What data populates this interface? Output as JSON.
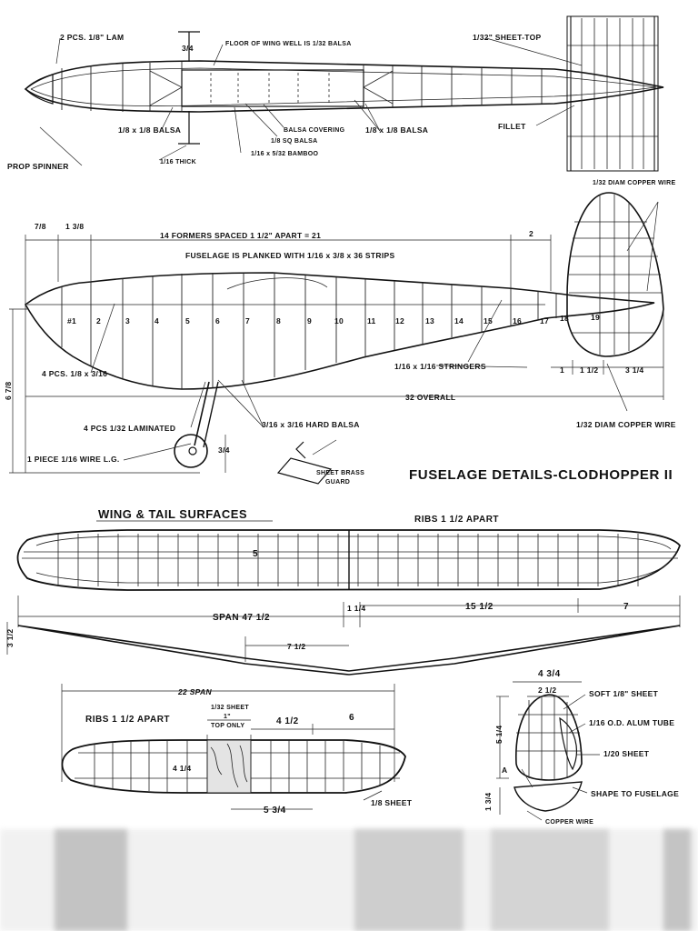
{
  "title": "FUSELAGE DETAILS-CLODHOPPER II",
  "top_view": {
    "labels": {
      "lam": "2 PCS. 1/8\" LAM",
      "floor": "FLOOR OF WING WELL IS 1/32 BALSA",
      "sheet_top": "1/32\" SHEET-TOP",
      "balsa_left": "1/8 x 1/8 BALSA",
      "balsa_covering": "BALSA COVERING",
      "sq_balsa": "1/8 SQ BALSA",
      "bamboo": "1/16 x 5/32 BAMBOO",
      "balsa_right": "1/8 x 1/8 BALSA",
      "thick": "1/16 THICK",
      "fillet": "FILLET",
      "prop_spinner": "PROP SPINNER",
      "dim_3_4": "3/4"
    }
  },
  "side_view": {
    "labels": {
      "formers": "14 FORMERS SPACED 1 1/2\" APART = 21",
      "planked": "FUSELAGE IS PLANKED WITH 1/16 x 3/8 x 36 STRIPS",
      "copper_wire_top": "1/32 DIAM COPPER WIRE",
      "pcs_left": "4 PCS. 1/8 x 3/16",
      "stringers": "1/16 x 1/16 STRINGERS",
      "overall": "32 OVERALL",
      "laminated": "4 PCS 1/32 LAMINATED",
      "hard_balsa": "3/16 x 3/16 HARD BALSA",
      "copper_wire_bottom": "1/32 DIAM COPPER WIRE",
      "wire_lg": "1 PIECE 1/16 WIRE L.G.",
      "brass": "SHEET BRASS",
      "guard": "GUARD",
      "wheel_dim": "3/4",
      "height": "6 7/8"
    },
    "dims": [
      "7/8",
      "1 3/8",
      "2",
      "1",
      "1 1/2",
      "3 1/4"
    ],
    "formers": [
      "#1",
      "2",
      "3",
      "4",
      "5",
      "6",
      "7",
      "8",
      "9",
      "10",
      "11",
      "12",
      "13",
      "14",
      "15",
      "16",
      "17",
      "18",
      "19"
    ]
  },
  "wing": {
    "header": "WING & TAIL SURFACES",
    "ribs": "RIBS 1 1/2 APART",
    "chord": "5",
    "span": "SPAN 47 1/2",
    "dim_center": "1 1/4",
    "dim_mid": "15 1/2",
    "dim_tip": "7",
    "dihedral_left": "3 1/2",
    "dihedral_center": "7 1/2"
  },
  "stab": {
    "span": "22 SPAN",
    "ribs": "RIBS 1 1/2 APART",
    "sheet": "1/32 SHEET",
    "one_inch": "1\"",
    "top_only": "TOP ONLY",
    "dim_half": "4 1/2",
    "dim_tip": "6",
    "chord": "4 1/4",
    "center": "5 3/4",
    "sheet_bottom": "1/8 SHEET"
  },
  "fin": {
    "width": "4 3/4",
    "top": "2 1/2",
    "soft_sheet": "SOFT 1/8\" SHEET",
    "alum_tube": "1/16 O.D. ALUM TUBE",
    "sheet_20": "1/20 SHEET",
    "height": "5 1/4",
    "section_a": "A",
    "shape": "SHAPE TO FUSELAGE",
    "base": "1 3/4",
    "copper": "COPPER WIRE"
  }
}
